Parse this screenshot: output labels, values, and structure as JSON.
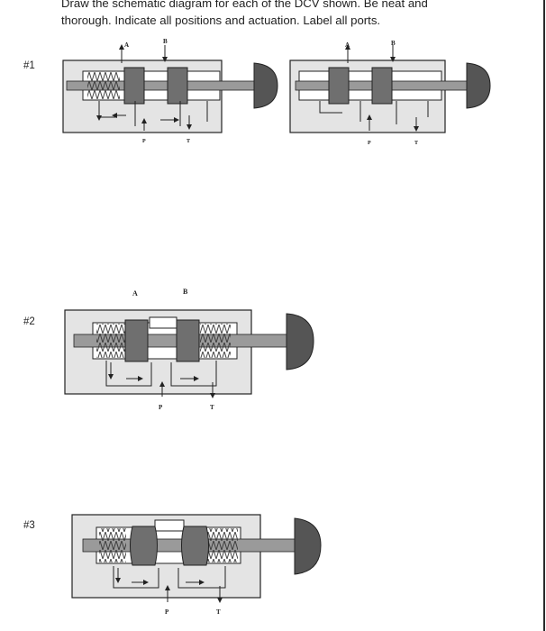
{
  "instructions": {
    "line1": "Draw the schematic diagram for each of the DCV shown.  Be neat and",
    "line2": "thorough.  Indicate all positions and actuation.  Label all ports."
  },
  "questions": [
    {
      "label": "#1"
    },
    {
      "label": "#2"
    },
    {
      "label": "#3"
    }
  ],
  "ports": {
    "a": "A",
    "b": "B",
    "p": "P",
    "t": "T"
  },
  "colors": {
    "body": "#e4e4e4",
    "spool": "#6f6f6f",
    "outline": "#222222"
  }
}
